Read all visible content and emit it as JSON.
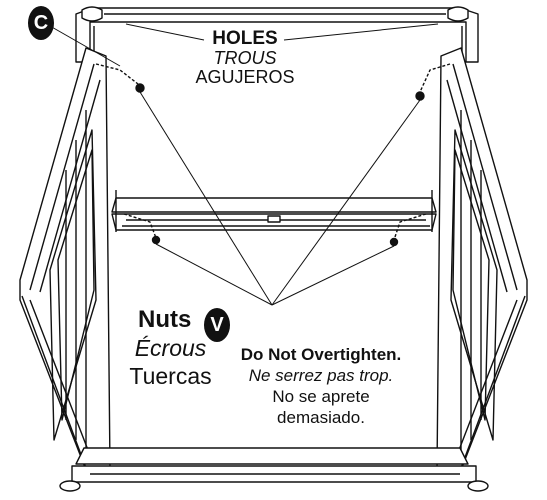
{
  "callout_c": {
    "letter": "C"
  },
  "holes": {
    "en": "HOLES",
    "fr": "TROUS",
    "es": "AGUJEROS"
  },
  "nuts": {
    "en": "Nuts",
    "badge": "V",
    "fr": "Écrous",
    "es": "Tuercas"
  },
  "warning": {
    "en": "Do Not Overtighten.",
    "fr": "Ne serrez pas trop.",
    "es_line1": "No se aprete",
    "es_line2": "demasiado."
  },
  "colors": {
    "ink": "#111111",
    "paper": "#ffffff"
  }
}
